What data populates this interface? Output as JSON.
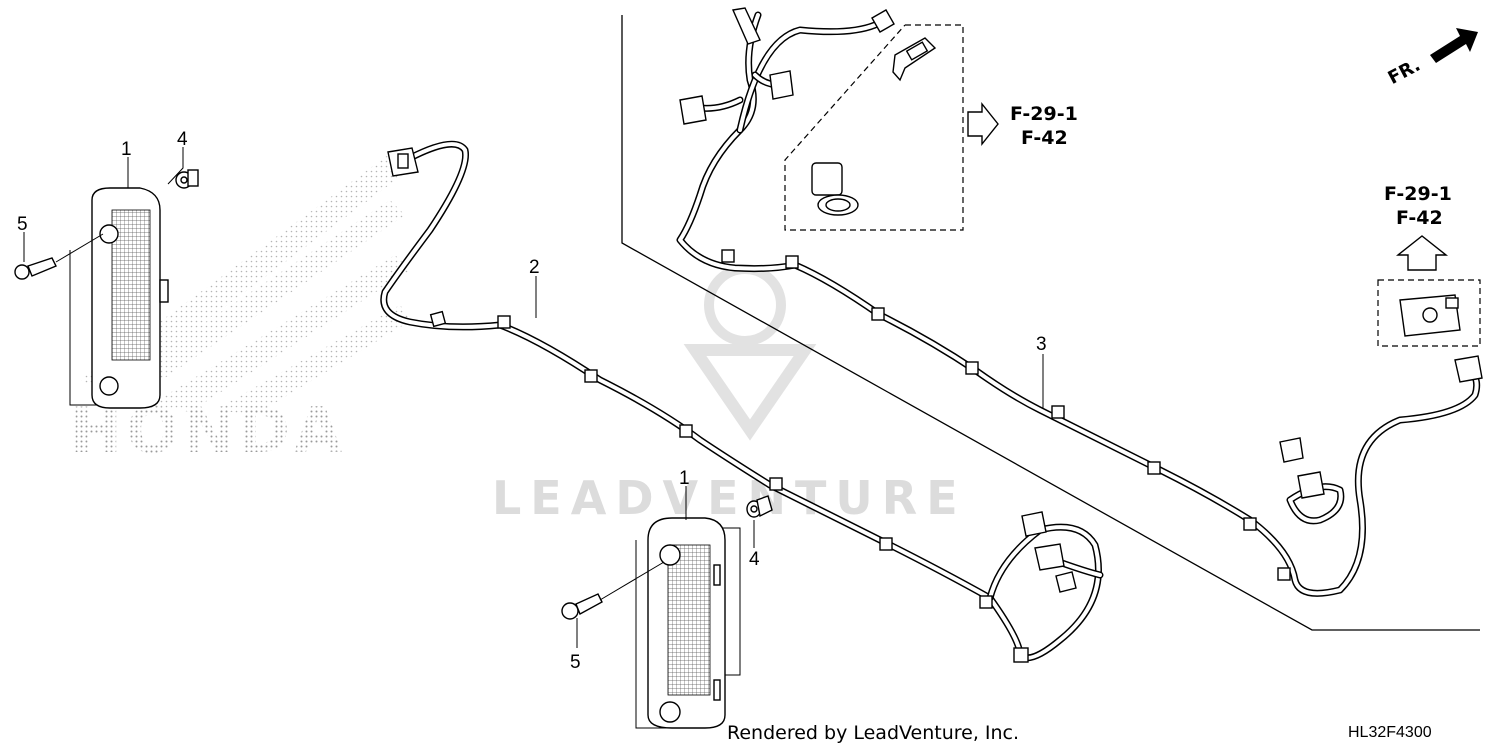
{
  "diagram": {
    "callouts": {
      "left_lamp": "1",
      "left_collar": "4",
      "left_bolt": "5",
      "harness_front": "2",
      "harness_rear": "3",
      "center_lamp": "1",
      "center_collar": "4",
      "center_bolt": "5"
    },
    "ref_upper": {
      "line1": "F-29-1",
      "line2": "F-42"
    },
    "ref_right": {
      "line1": "F-29-1",
      "line2": "F-42"
    },
    "direction_label": "FR.",
    "watermark_text": "LEADVENTURE",
    "honda_watermark": "HONDA",
    "footer_render": "Rendered by LeadVenture, Inc.",
    "diagram_code": "HL32F4300"
  }
}
